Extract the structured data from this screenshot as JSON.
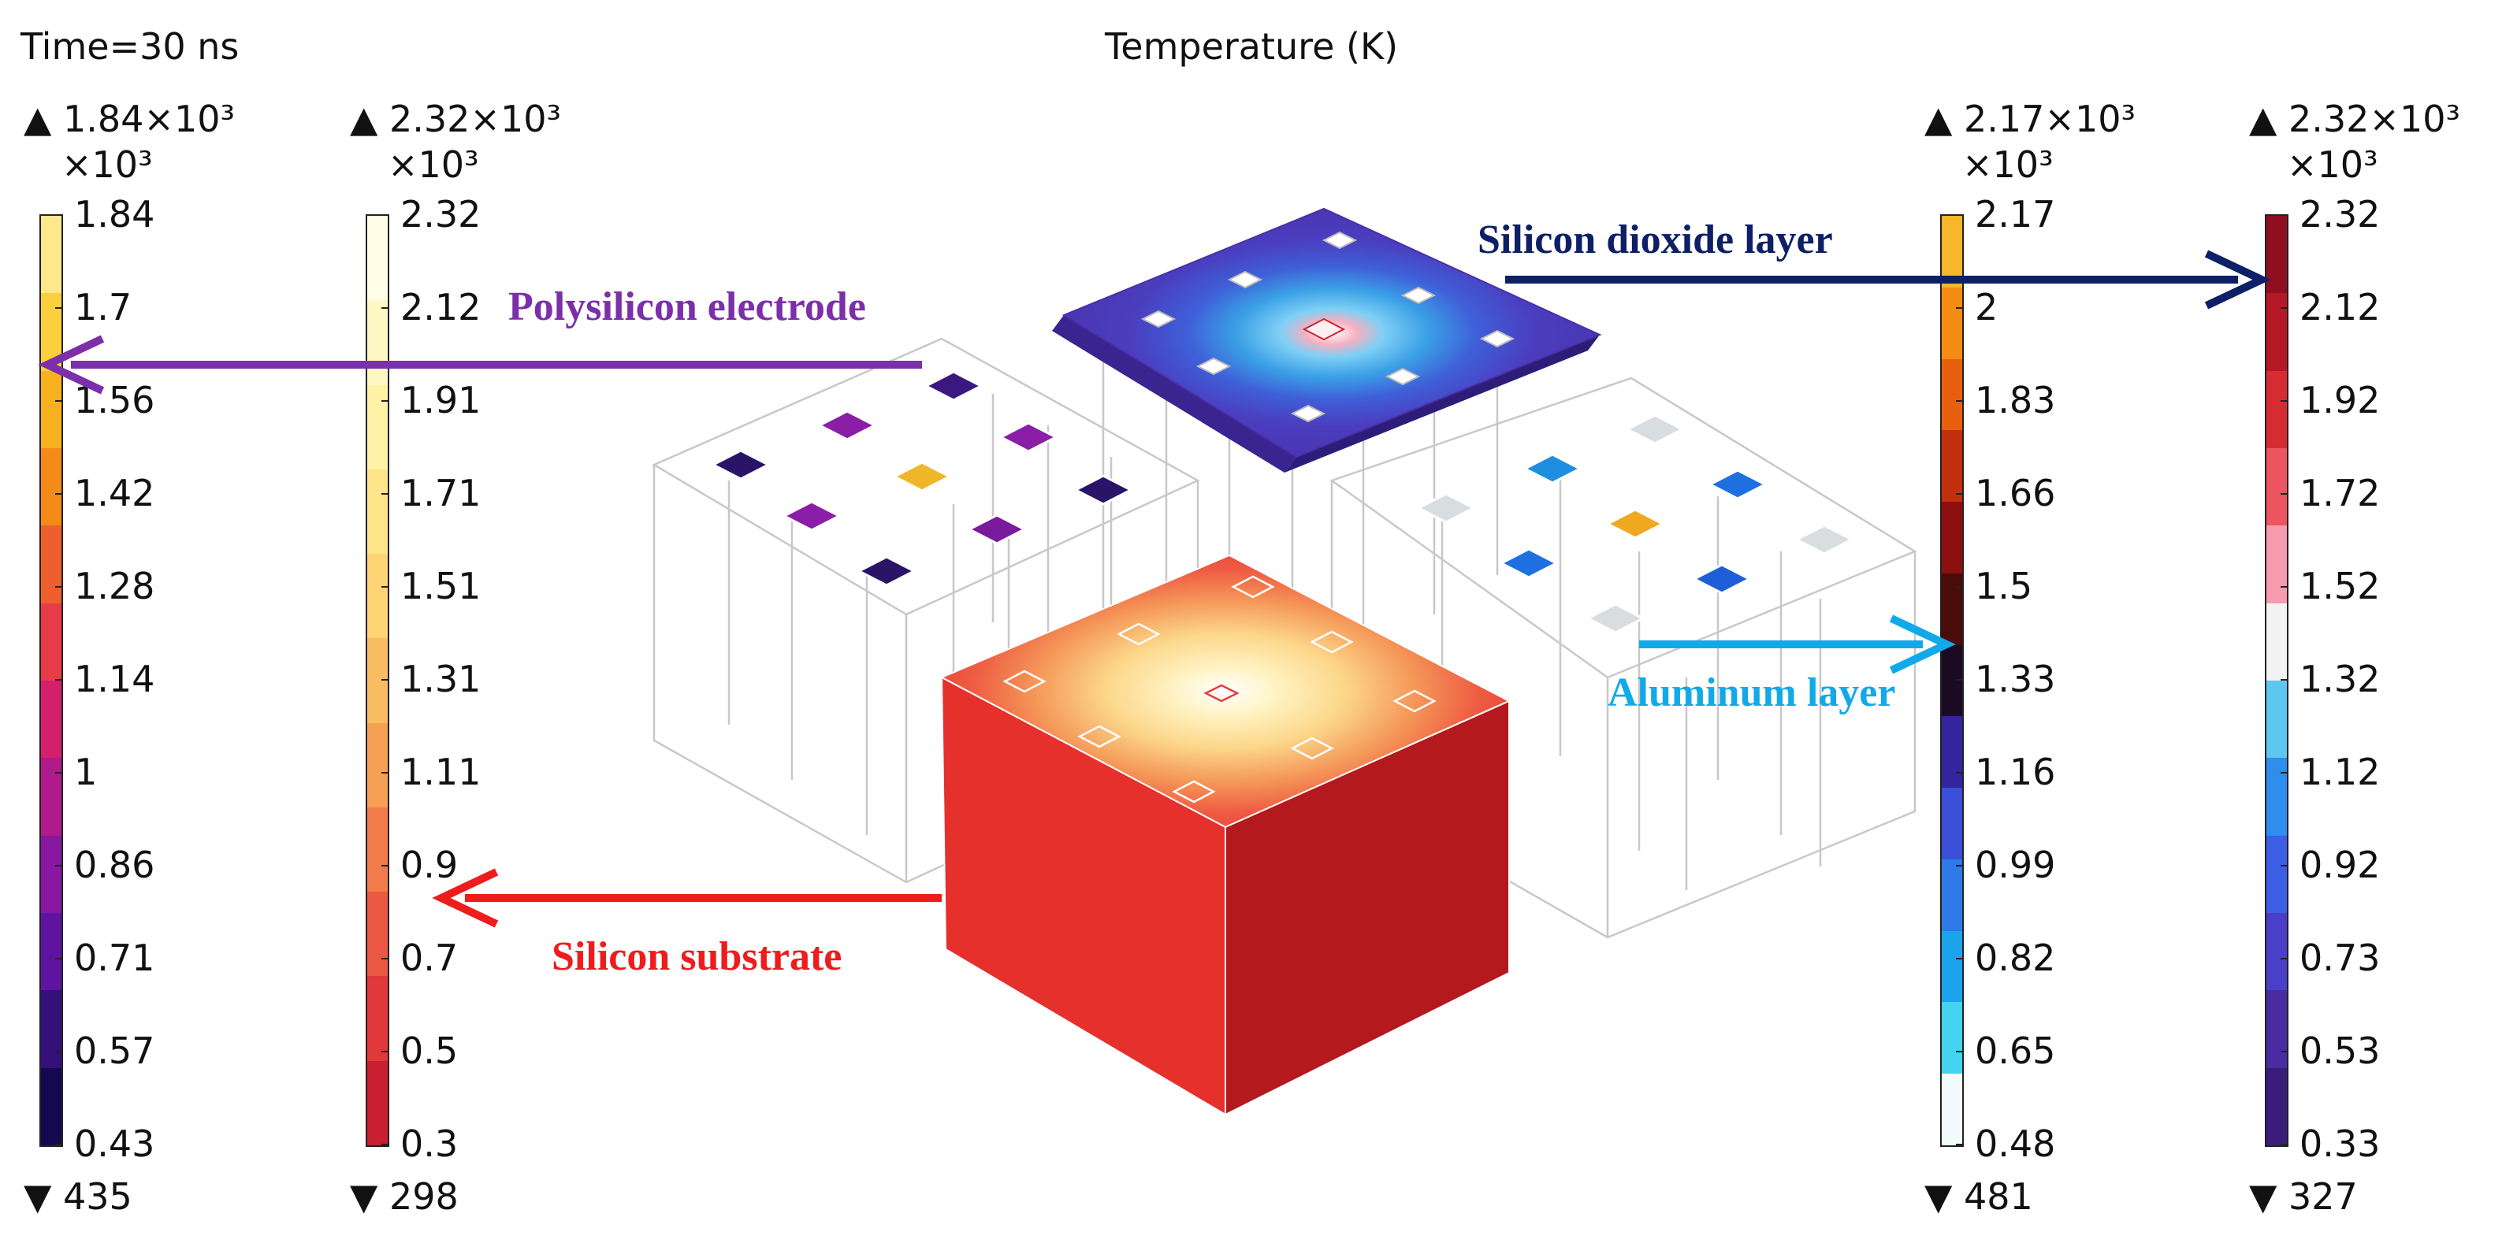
{
  "header": {
    "time_label": "Time=30 ns",
    "title": "Temperature (K)"
  },
  "colorbars": [
    {
      "id": "polysilicon",
      "max_label": "▲ 1.84×10³",
      "multiplier": "×10³",
      "min_label": "▼ 435",
      "ticks": [
        "1.84",
        "1.7",
        "1.56",
        "1.42",
        "1.28",
        "1.14",
        "1",
        "0.86",
        "0.71",
        "0.57",
        "0.43"
      ],
      "colors": [
        "#fde98b",
        "#fbcf3e",
        "#f8b11e",
        "#f58a16",
        "#ef5f2d",
        "#e83c48",
        "#d4206a",
        "#b01a8a",
        "#8817a2",
        "#5e14a0",
        "#33107a",
        "#14094e"
      ]
    },
    {
      "id": "substrate",
      "max_label": "▲ 2.32×10³",
      "multiplier": "×10³",
      "min_label": "▼ 298",
      "ticks": [
        "2.32",
        "2.12",
        "1.91",
        "1.71",
        "1.51",
        "1.31",
        "1.11",
        "0.9",
        "0.7",
        "0.5",
        "0.3"
      ],
      "colors": [
        "#fffde6",
        "#fff8c4",
        "#fff1a6",
        "#ffe58a",
        "#fed474",
        "#fbbd62",
        "#f79f55",
        "#f27c4b",
        "#eb5843",
        "#e0383b",
        "#c82030"
      ]
    },
    {
      "id": "aluminum",
      "max_label": "▲ 2.17×10³",
      "multiplier": "×10³",
      "min_label": "▼ 481",
      "ticks": [
        "2.17",
        "2",
        "1.83",
        "1.66",
        "1.5",
        "1.33",
        "1.16",
        "0.99",
        "0.82",
        "0.65",
        "0.48"
      ],
      "colors": [
        "#f8b62a",
        "#f58d14",
        "#e8600e",
        "#c23010",
        "#8c1010",
        "#4a0b0b",
        "#1a0a24",
        "#35249c",
        "#3b4fd8",
        "#2d7ae6",
        "#1ba4ec",
        "#45d4f0",
        "#f4fbfd"
      ]
    },
    {
      "id": "oxide",
      "max_label": "▲ 2.32×10³",
      "multiplier": "×10³",
      "min_label": "▼ 327",
      "ticks": [
        "2.32",
        "2.12",
        "1.92",
        "1.72",
        "1.52",
        "1.32",
        "1.12",
        "0.92",
        "0.73",
        "0.53",
        "0.33"
      ],
      "colors": [
        "#8e1020",
        "#b61826",
        "#d72b32",
        "#ee5560",
        "#f79bb0",
        "#f2f2f2",
        "#5cc8f0",
        "#2e8ef0",
        "#3c5fe6",
        "#4a3fc8",
        "#4a2ca0",
        "#3a1d7a"
      ]
    }
  ],
  "annotations": {
    "polysilicon": {
      "text": "Polysilicon electrode",
      "color": "#7b2fa8"
    },
    "oxide": {
      "text": "Silicon dioxide layer",
      "color": "#0d1f66"
    },
    "aluminum": {
      "text": "Aluminum layer",
      "color": "#12a9e8"
    },
    "substrate": {
      "text": "Silicon substrate",
      "color": "#ee1c1c"
    }
  }
}
